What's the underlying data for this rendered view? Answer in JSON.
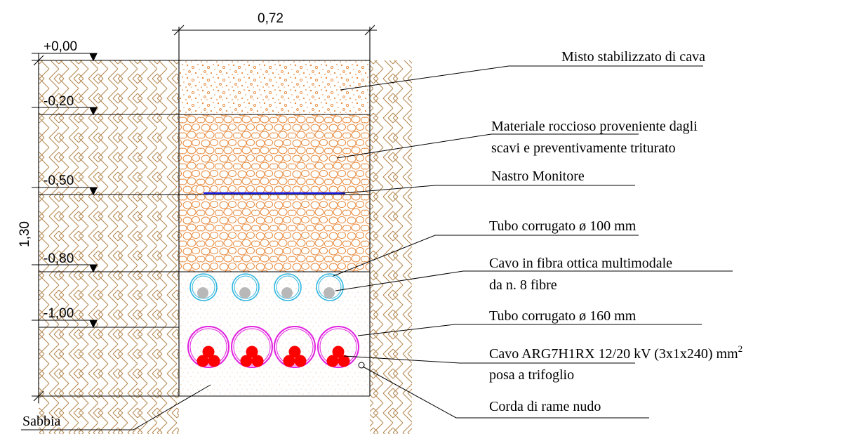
{
  "dimensions": {
    "width_label": "0,72",
    "depth_label": "1,30"
  },
  "levels": [
    {
      "label": "+0,00"
    },
    {
      "label": "-0,20"
    },
    {
      "label": "-0,50"
    },
    {
      "label": "-0,80"
    },
    {
      "label": "-1,00"
    }
  ],
  "annotations": {
    "misto": "Misto stabilizzato di cava",
    "materiale_line1": "Materiale roccioso proveniente dagli",
    "materiale_line2": "scavi e preventivamente triturato",
    "nastro": "Nastro Monitore",
    "tubo100": "Tubo corrugato ø 100 mm",
    "fibra_line1": "Cavo in fibra ottica multimodale",
    "fibra_line2": "da n. 8 fibre",
    "tubo160": "Tubo corrugato ø 160 mm",
    "cavo_line1_main": "Cavo ARG7H1RX 12/20 kV (3x1x240) mm",
    "cavo_line1_sup": "2",
    "cavo_line2": "posa a trifoglio",
    "corda": "Corda di rame nudo",
    "sabbia": "Sabbia"
  },
  "colors": {
    "line": "#000000",
    "hatch": "#b58a54",
    "gravel": "#e8883a",
    "rock": "#e8883a",
    "sand_dots": "#e6b48a",
    "monitor_tape": "#1a1adc",
    "tube100": "#2eb6e0",
    "fiber_cable": "#b8b8b8",
    "tube160": "#e020e0",
    "power_cable": "#ff0000"
  }
}
